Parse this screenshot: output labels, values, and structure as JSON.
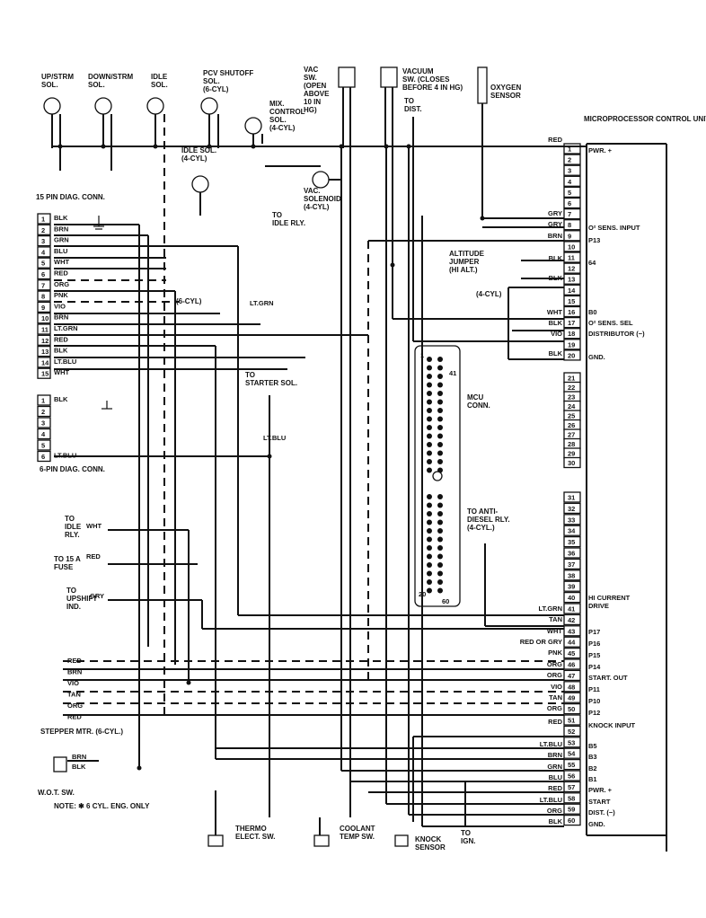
{
  "components_top": {
    "upstrm": "UP/STRM\nSOL.",
    "downstrm": "DOWN/STRM\nSOL.",
    "idle": "IDLE\nSOL.",
    "pcv": "PCV SHUTOFF\nSOL.\n(6-CYL)",
    "mix": "MIX.\nCONTROL\nSOL.\n(4-CYL)",
    "idle4": "IDLE SOL.\n(4-CYL)",
    "vacsol": "VAC.\nSOLENOID\n(4-CYL)",
    "vacsw": "VAC\nSW.\n(OPEN\nABOVE\n10 IN\nHG)",
    "vacuumsw": "VACUUM\nSW. (CLOSES\nBEFORE 4 IN HG)",
    "todist": "TO\nDIST.",
    "oxy": "OXYGEN\nSENSOR",
    "toidle_rly": "TO\nIDLE RLY."
  },
  "mcu": {
    "title": "MICROPROCESSOR\nCONTROL UNIT",
    "conn_label": "MCU\nCONN.",
    "pins_top": [
      "1",
      "2",
      "3",
      "4",
      "5",
      "6",
      "7",
      "8",
      "9",
      "10",
      "11",
      "12",
      "13",
      "14",
      "15",
      "16",
      "17",
      "18",
      "19",
      "20"
    ],
    "pins_mid": [
      "21",
      "22",
      "23",
      "24",
      "25",
      "26",
      "27",
      "28",
      "29",
      "30"
    ],
    "pins_low": [
      "31",
      "32",
      "33",
      "34",
      "35",
      "36",
      "37",
      "38",
      "39",
      "40",
      "41",
      "42",
      "43",
      "44",
      "45",
      "46",
      "47",
      "48",
      "49",
      "50",
      "51",
      "52",
      "53",
      "54",
      "55",
      "56",
      "57",
      "58",
      "59",
      "60"
    ],
    "signals": {
      "pwr": "PWR. +",
      "o2in": "O² SENS. INPUT",
      "p13": "P13",
      "s64": "64",
      "b0": "B0",
      "o2sel": "O² SENS. SEL",
      "dist": "DISTRIBUTOR (−)",
      "gnd": "GND.",
      "hicur": "HI CURRENT\nDRIVE",
      "p17": "P17",
      "p16": "P16",
      "p15": "P15",
      "p14": "P14",
      "startout": "START. OUT",
      "p11": "P11",
      "p10": "P10",
      "p12": "P12",
      "knock": "KNOCK INPUT",
      "b5": "B5",
      "b3": "B3",
      "b2": "B2",
      "b1": "B1",
      "pwr2": "PWR. +",
      "start": "START",
      "dist2": "DIST. (−)",
      "gnd2": "GND."
    },
    "wires": {
      "p1": "RED",
      "p8": "GRY",
      "p9": "GRY",
      "p10": "BRN",
      "p12": "BLK",
      "p14": "BLK",
      "p16": "WHT",
      "p17": "BLK",
      "p18": "VIO",
      "p20": "BLK",
      "p42": "LT.GRN",
      "p43": "TAN",
      "p44": "WHT",
      "p45": "RED OR GRY",
      "p46": "PNK",
      "p47": "ORG",
      "p48": "ORG",
      "p49": "VIO",
      "p50": "TAN",
      "p51": "ORG",
      "p52": "RED",
      "p54": "LT.BLU",
      "p55": "BRN",
      "p56": "GRN",
      "p57": "BLU",
      "p58": "RED",
      "p59": "LT.BLU",
      "p60": "ORG",
      "p61": "BLK"
    }
  },
  "diag15": {
    "title": "15 PIN\nDIAG. CONN.",
    "pins": [
      "1",
      "2",
      "3",
      "4",
      "5",
      "6",
      "7",
      "8",
      "9",
      "10",
      "11",
      "12",
      "13",
      "14",
      "15"
    ],
    "wires": [
      "BLK",
      "BRN",
      "GRN",
      "BLU",
      "WHT",
      "RED",
      "ORG",
      "PNK",
      "VIO",
      "BRN",
      "LT.GRN",
      "RED",
      "BLK",
      "LT.BLU",
      "WHT"
    ]
  },
  "diag6": {
    "title": "6-PIN DIAG.\nCONN.",
    "pins": [
      "1",
      "2",
      "3",
      "4",
      "5",
      "6"
    ],
    "wires": [
      "BLK",
      "",
      "",
      "",
      "",
      "LT.BLU"
    ]
  },
  "labels": {
    "six_cyl": "(6-CYL)",
    "four_cyl": "(4-CYL)",
    "altitude": "ALTITUDE\nJUMPER\n(HI ALT.)",
    "tostarter": "TO\nSTARTER SOL.",
    "toidlerly": "TO\nIDLE\nRLY.",
    "to15a": "TO 15 A\nFUSE",
    "toupshift": "TO\nUPSHIFT\nIND.",
    "toanti": "TO ANTI-\nDIESEL RLY.\n(4-CYL.)",
    "stepper": "STEPPER MTR. (6-CYL.)",
    "wot": "W.O.T. SW.",
    "note": "NOTE: ✱ 6 CYL. ENG. ONLY",
    "thermo": "THERMO\nELECT. SW.",
    "coolant": "COOLANT\nTEMP SW.",
    "knock": "KNOCK\nSENSOR",
    "toign": "TO\nIGN.",
    "c1": "1",
    "c41": "41",
    "c20": "20",
    "c60": "60"
  },
  "side_wires": {
    "idle_rly": "WHT",
    "fuse": "RED",
    "upshift": "GRY",
    "stepper": [
      "RED",
      "BRN",
      "VIO",
      "TAN",
      "ORG",
      "RED"
    ],
    "wot": [
      "BRN",
      "BLK"
    ],
    "lt_grn": "LT.GRN",
    "lt_blu": "LT.BLU"
  }
}
